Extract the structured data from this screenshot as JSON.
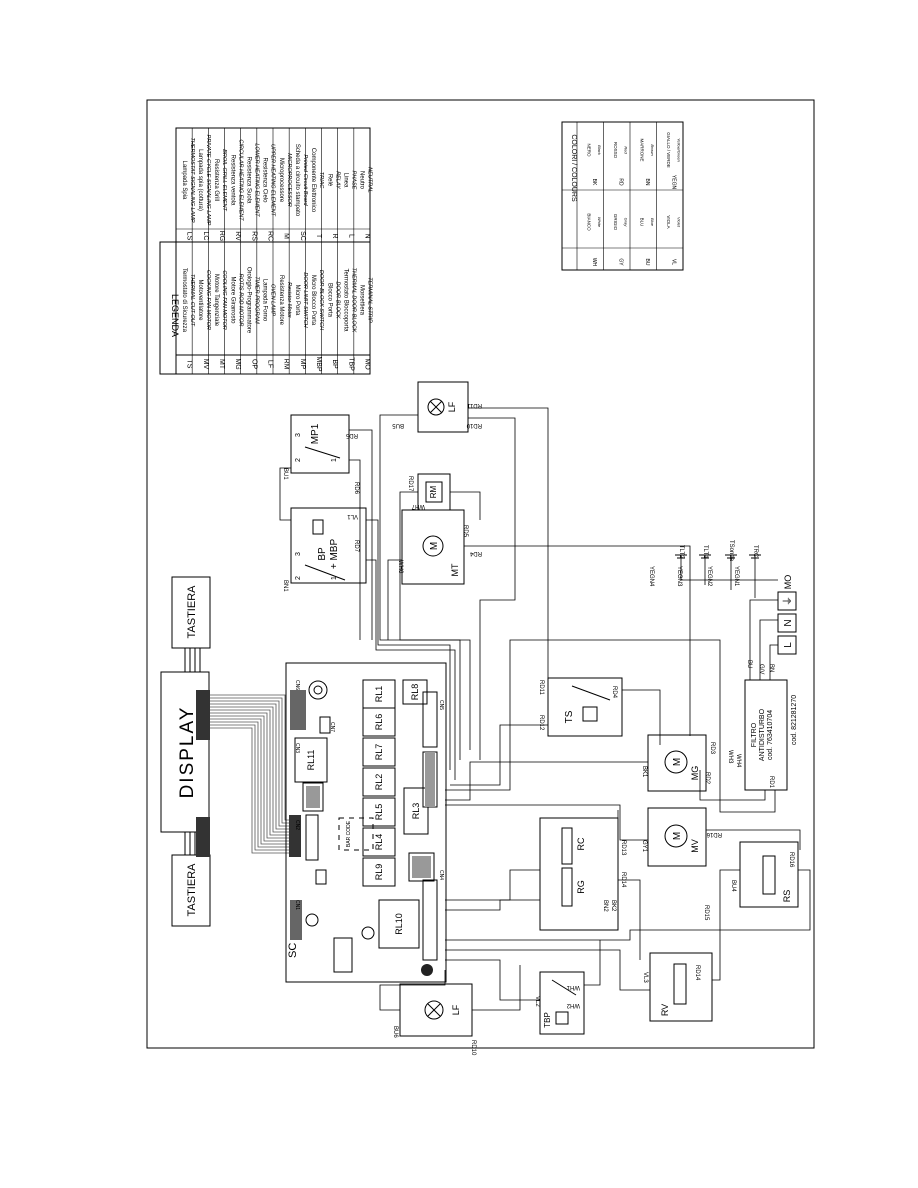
{
  "display_label": "DISPLAY",
  "keypad_label": "TASTIERA",
  "legend": {
    "title": "LEGENDA",
    "left": [
      {
        "code": "TS",
        "it": "Termostato di Sicurezza",
        "en": "THERMAL CUT-OUT"
      },
      {
        "code": "MV",
        "it": "Motoventilatore",
        "en": "COOKING FAN MOTOR"
      },
      {
        "code": "MT",
        "it": "Motore Tangenziale",
        "en": "COOLING FAN MOTOR"
      },
      {
        "code": "MG",
        "it": "Motore Girarrosto",
        "en": "ROTIS-ROD MOTOR"
      },
      {
        "code": "OP",
        "it": "Orologio-Programmatore",
        "en": "TIMER-PROGRAM"
      },
      {
        "code": "LF",
        "it": "Lampada Forno",
        "en": "OVEN LAMP"
      },
      {
        "code": "RM",
        "it": "Resistenza Motore",
        "en": "Resistor Motor"
      },
      {
        "code": "MP",
        "it": "Micro Porta",
        "en": "DOOR LIMIT SWITCH"
      },
      {
        "code": "MBP",
        "it": "Micro Blocco Porta",
        "en": "DOOR-BLOCK SWITCH"
      },
      {
        "code": "BP",
        "it": "Blocco Porta",
        "en": "DOOR-BLOCK"
      },
      {
        "code": "TBP",
        "it": "Termostato Bloccoporta",
        "en": "THERMAL DOOR-BLOCK"
      },
      {
        "code": "MO",
        "it": "Morsettiera",
        "en": "TERMINAL STRIP"
      }
    ],
    "right": [
      {
        "code": "LS",
        "it": "Lampada Spia",
        "en": "THERMOSTAT SIGNALING LAMP"
      },
      {
        "code": "LC",
        "it": "Lampada spia (cottura)",
        "en": "PRIVATE CYCLE SIGNALING LAMP"
      },
      {
        "code": "RG",
        "it": "Resistenza Grill",
        "en": "BROIL-GRILL ELEMENT"
      },
      {
        "code": "RV",
        "it": "Resistenza ventola",
        "en": "CIRCULAR HEATING ELEMENT"
      },
      {
        "code": "RS",
        "it": "Resistenza Suola",
        "en": "LOWER HEATING ELEMENT"
      },
      {
        "code": "RC",
        "it": "Resistenza Cielo",
        "en": "UPPER HEATING ELEMENT"
      },
      {
        "code": "M",
        "it": "Microprocessore",
        "en": "MICROPROCESSOR"
      },
      {
        "code": "SC",
        "it": "Scheda a circuito stampato",
        "en": "Printed-Circuit Board"
      },
      {
        "code": "T",
        "it": "Componente Elettronico",
        "en": "TRIAC"
      },
      {
        "code": "R",
        "it": "Relè",
        "en": "RELAY"
      },
      {
        "code": "L",
        "it": "Linea",
        "en": "PHASE"
      },
      {
        "code": "N",
        "it": "Neutro",
        "en": "NEUTRAL"
      }
    ]
  },
  "colors_table": {
    "title": "COLORI / COLOURS",
    "rows": [
      {
        "c1": "WH",
        "it1": "BIANCO",
        "en1": "White",
        "c2": "BK",
        "it2": "NERO",
        "en2": "Black"
      },
      {
        "c1": "GY",
        "it1": "GRIGIO",
        "en1": "Gray",
        "c2": "RD",
        "it2": "ROSSO",
        "en2": "Red"
      },
      {
        "c1": "BU",
        "it1": "BLU",
        "en1": "Blue",
        "c2": "BN",
        "it2": "MARRONE",
        "en2": "Brown"
      },
      {
        "c1": "VL",
        "it1": "VIOLA",
        "en1": "Violet",
        "c2": "YEGN",
        "it2": "GIALLO / VERDE",
        "en2": "Yellow/Green"
      }
    ]
  },
  "components": {
    "relays": [
      "RL1",
      "RL8",
      "RL6",
      "RL7",
      "RL2",
      "RL5",
      "RL4",
      "RL3",
      "RL9",
      "RL10",
      "RL11"
    ],
    "lamp_top": "LF",
    "lamp_bottom": "LF",
    "mp1": "MP1",
    "bp": "BP",
    "mbp": "+ MBP",
    "mt": "MT",
    "rm": "RM",
    "ts": "TS",
    "mg": "MG",
    "mv": "MV",
    "rc": "RC",
    "rg": "RG",
    "rs": "RS",
    "rv": "RV",
    "tbp": "TBP",
    "mo": "MO",
    "filter": {
      "l1": "FILTRO",
      "l2": "ANTIDISTURBO",
      "l3": "cod. 763410704",
      "l4": "cod. 821281270"
    },
    "terminals": [
      "L",
      "N"
    ],
    "board_label": "SC",
    "bar_code": "BAR CODE"
  },
  "wire_labels": {
    "rd11": "RD11",
    "rd10": "RD10",
    "bu5": "BU5",
    "rd5": "RD5",
    "bu1": "BU1",
    "rd6": "RD6",
    "rd17": "RD17",
    "wh7": "WH7",
    "vl1": "VL1",
    "rd7": "RD7",
    "bn1": "BN1",
    "rd4": "RD4",
    "wh6": "WH6",
    "rd12": "RD12",
    "rd11b": "RD11",
    "rd4b": "RD4",
    "bu": "BU",
    "gv": "G/V",
    "bn": "BN",
    "yegn4": "YEGN4",
    "yegn3": "YEGN3",
    "yegn2": "YEGN2",
    "yegn1": "YEGN1",
    "tlt2": "TLT2",
    "tlt1": "TLT1",
    "tsonda": "TSonda",
    "trc": "TRC",
    "rd3": "RD3",
    "rd2": "RD2",
    "rd1": "RD1",
    "wh4": "WH4",
    "wh3": "WH3",
    "bk1": "BK1",
    "gy1": "GY1",
    "rd16": "RD16",
    "rd13": "RD13",
    "rd14": "RD14",
    "rd15": "RD15",
    "bu4": "BU4",
    "vl3": "VL3",
    "wh1": "WH1",
    "wh2": "WH2",
    "vl2": "VL2",
    "bu6": "BU6",
    "rd10b": "RD10",
    "bn2": "BN2",
    "bk2": "BK2",
    "cn5": "CN5",
    "cn4": "CN4",
    "cn3": "CN3",
    "cn2": "CN2",
    "cn6": "CN6",
    "cn7": "CN7",
    "cn1": "CN1"
  }
}
